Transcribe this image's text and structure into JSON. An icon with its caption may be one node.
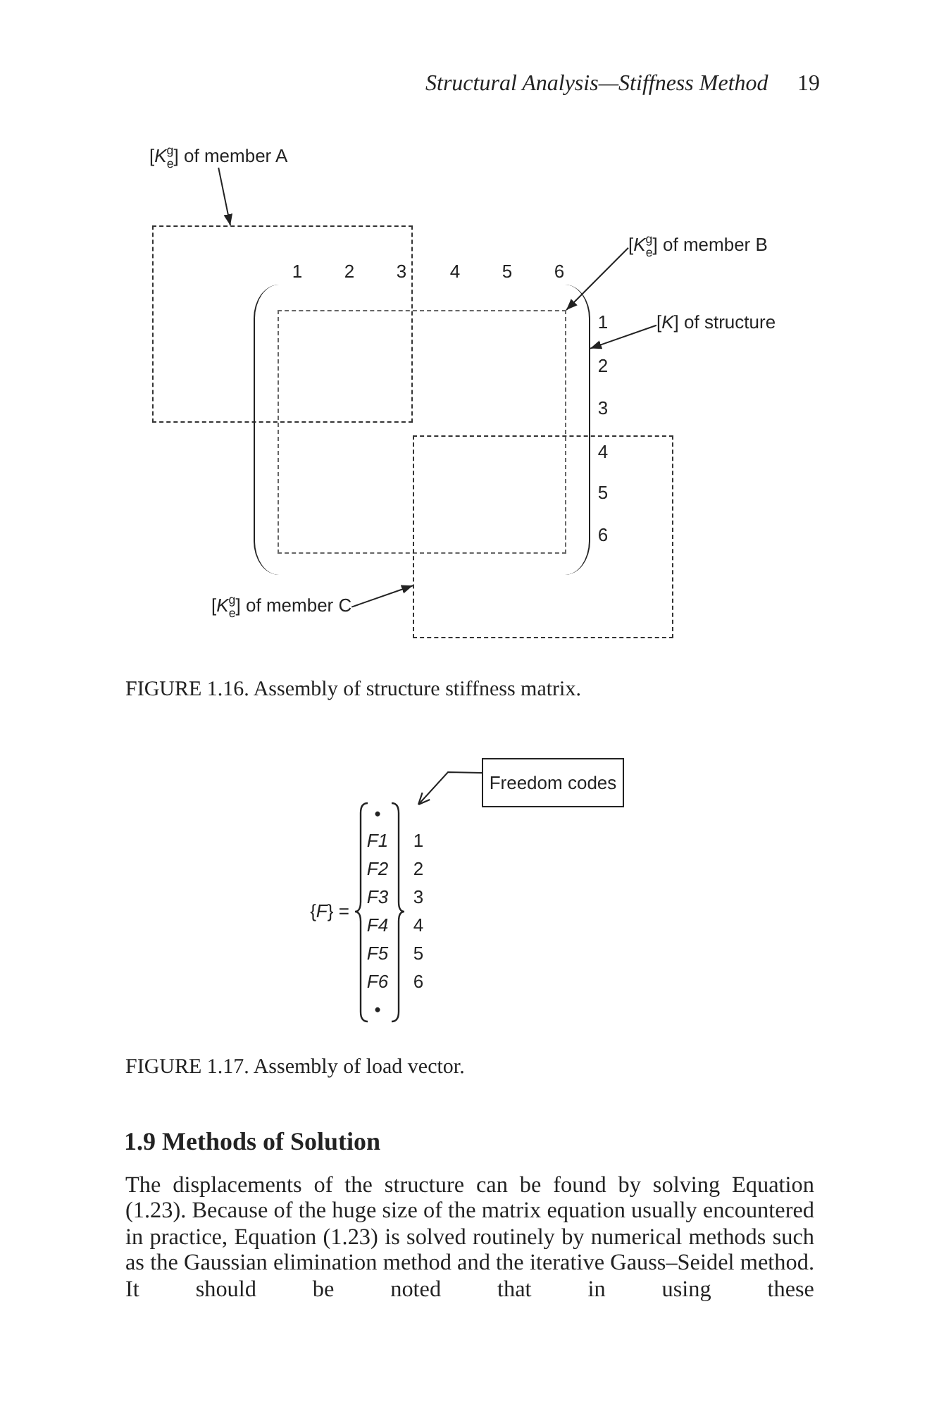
{
  "diagram": {
    "nodes": [
      {
        "text": [
          "[*K*$^{g}$$_{e}$] of member A"
        ]
      },
      {
        "text": [],
        "shape": "box"
      },
      {
        "text": [
          "[*K*$^{g}$$_{e}$] of member B"
        ]
      },
      {
        "text": [
          "[*K*] of structure"
        ]
      },
      {
        "text": [],
        "shape": "bracket"
      },
      {
        "text": [],
        "shape": "box",
        "in": 4
      },
      {
        "text": [
          "[*K*$^{g}$$_{e}$] of member C"
        ]
      },
      {
        "text": [],
        "shape": "box"
      },
      {
        "text": [
          "Freedom codes"
        ]
      }
    ],
    "edges": [
      {
        "from": 0,
        "to": 1,
        "arrow": "to"
      },
      {
        "from": 2,
        "to": 5,
        "arrow": "to"
      },
      {
        "from": 3,
        "to": 4,
        "arrow": "to"
      },
      {
        "from": 6,
        "to": 7,
        "arrow": "to"
      },
      {
        "from": 8,
        "to": null,
        "arrow": "to"
      }
    ],
    "labels": [
      "Structural Analysis—Stiffness Method",
      "19",
      "1",
      "2",
      "3",
      "4",
      "5",
      "6",
      "1",
      "2",
      "3",
      "4",
      "5",
      "6",
      "FIGURE 1.16. Assembly of structure stiffness matrix.",
      "{*F*} =",
      "•",
      "F1",
      "1",
      "F2",
      "2",
      "F3",
      "3",
      "F4",
      "4",
      "F5",
      "5",
      "F6",
      "6",
      "•",
      "FIGURE 1.17. Assembly of load vector.",
      "1.9 Methods of Solution",
      "The displacements of the structure can be found by solving Equation (1.23). Because of the huge size of the matrix equation usually encountered in practice, Equation (1.23) is solved routinely by numerical methods such as the Gaussian elimination method and the iterative Gauss–Seidel method. It should be noted that in using these"
    ]
  }
}
